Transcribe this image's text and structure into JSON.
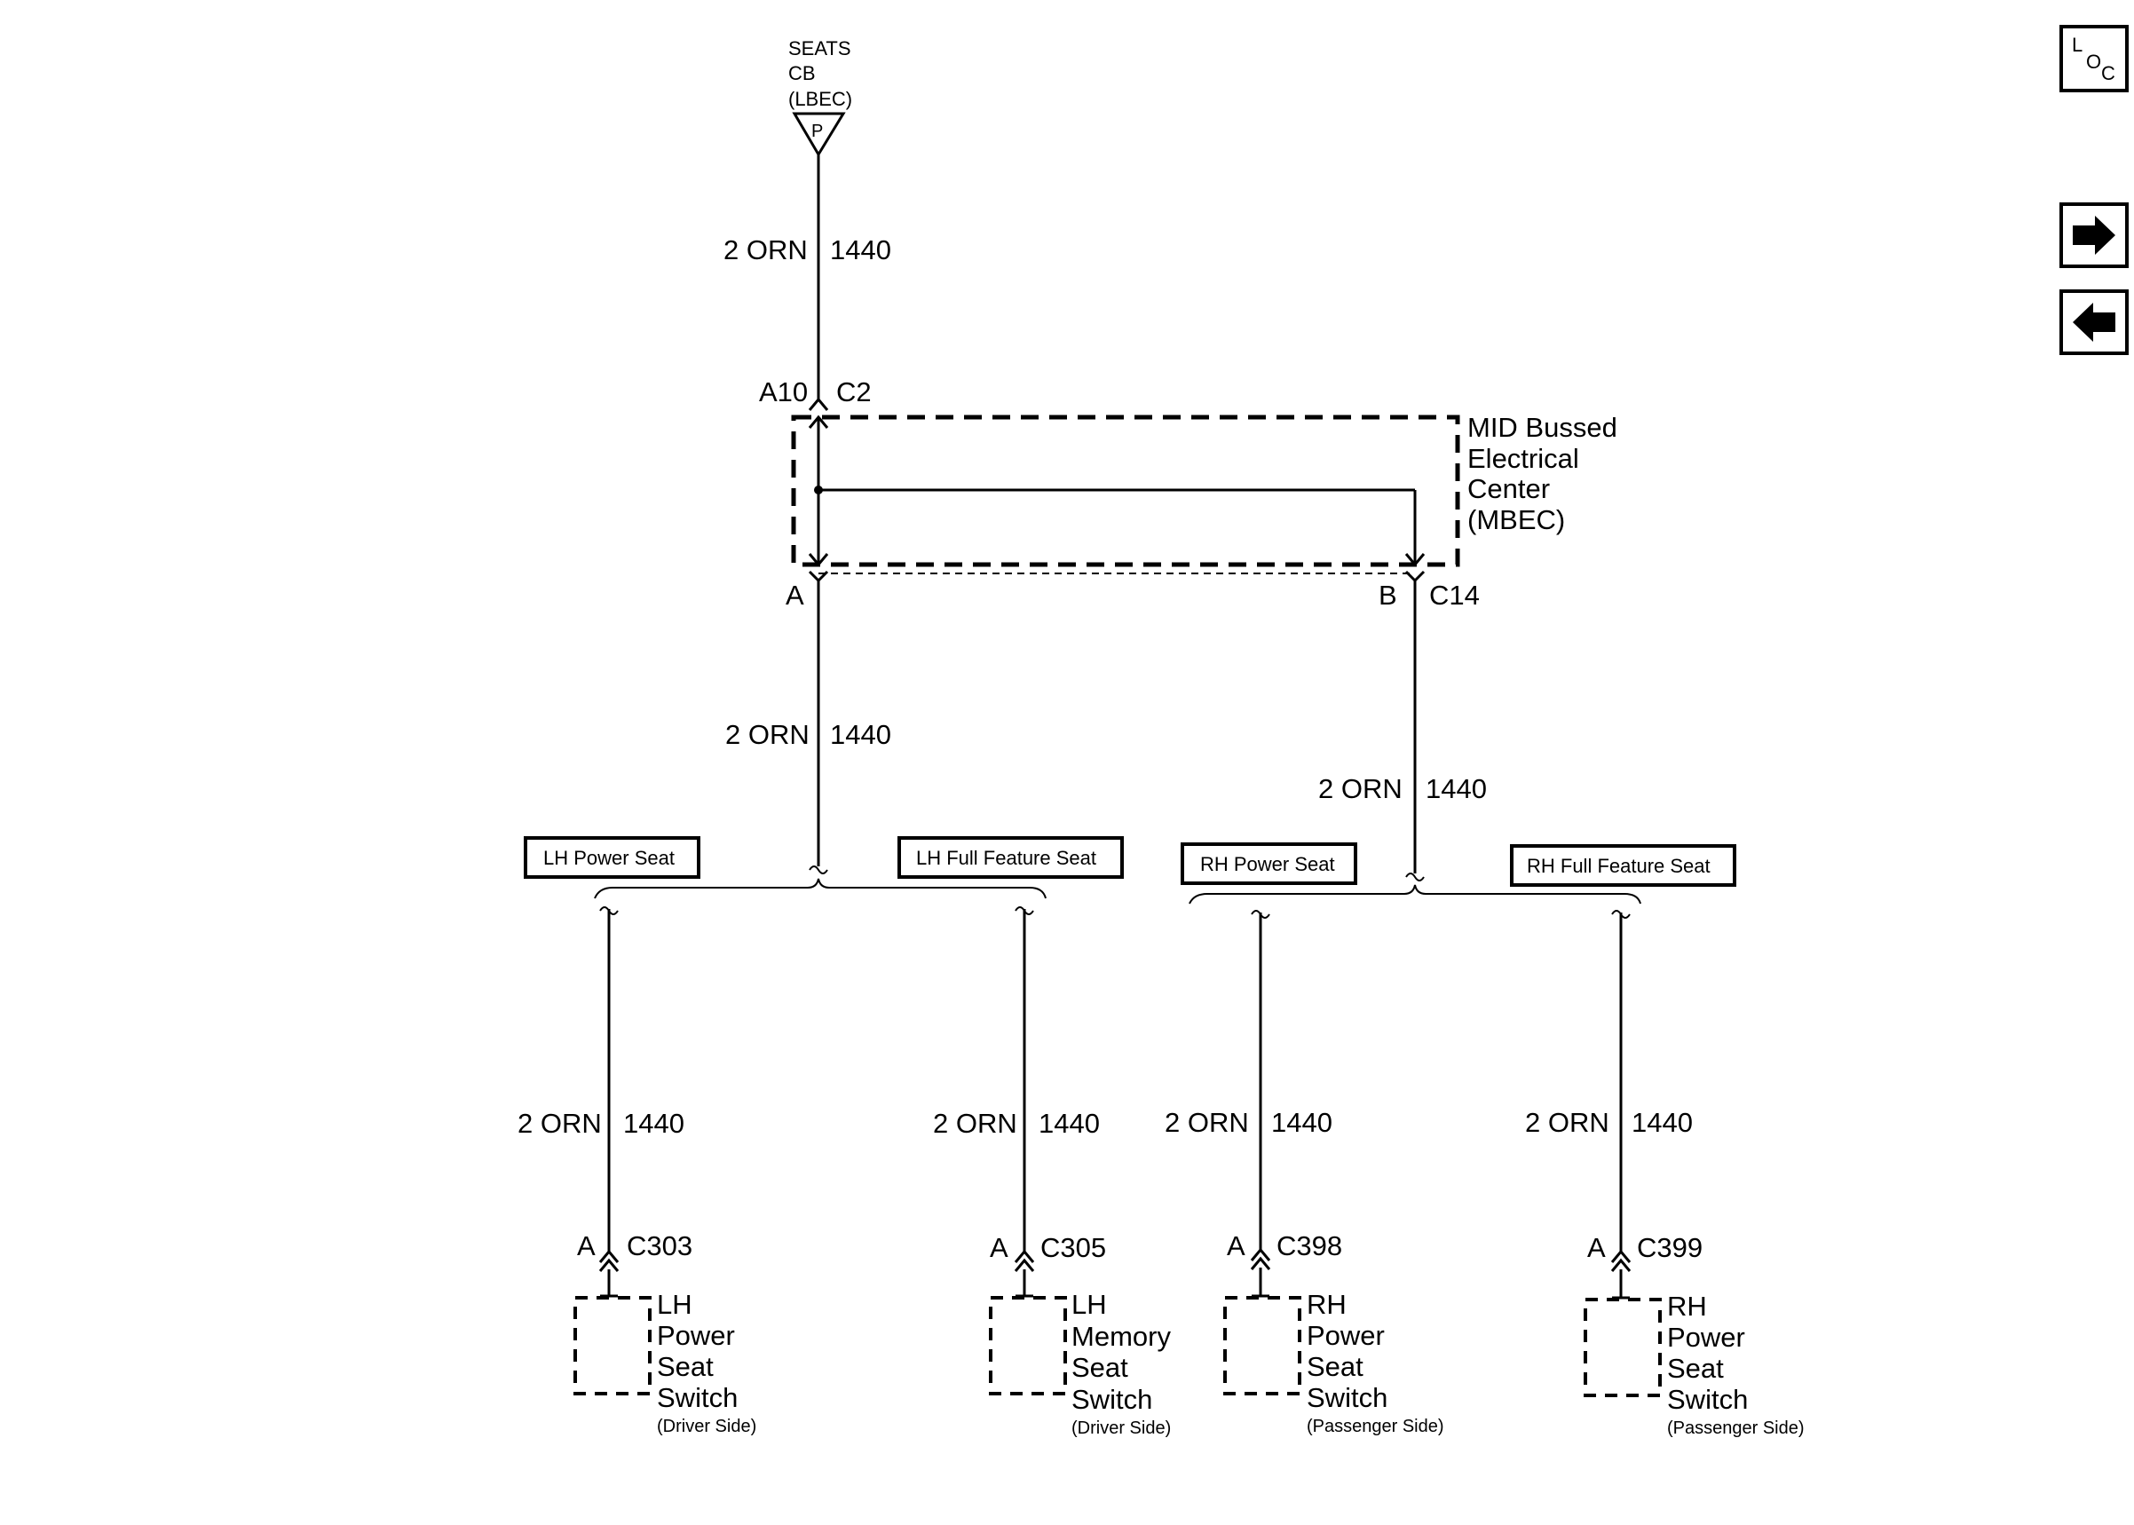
{
  "source": {
    "name_line1": "SEATS",
    "name_line2": "CB",
    "name_line3": "(LBEC)",
    "symbol_letter": "P"
  },
  "wire_label": {
    "gauge_color": "2 ORN",
    "circuit": "1440"
  },
  "top_connector": {
    "pin": "A10",
    "connector": "C2"
  },
  "mbec": {
    "line1": "MID Bussed",
    "line2": "Electrical",
    "line3": "Center",
    "line4": "(MBEC)",
    "left_pin": "A",
    "right_pin": "B",
    "right_connector": "C14"
  },
  "options": {
    "lh_power_seat": "LH Power Seat",
    "lh_full_feature_seat": "LH Full Feature Seat",
    "rh_power_seat": "RH Power Seat",
    "rh_full_feature_seat": "RH Full Feature Seat"
  },
  "loads": [
    {
      "pin": "A",
      "connector": "C303",
      "line1": "LH",
      "line2": "Power",
      "line3": "Seat",
      "line4": "Switch",
      "note": "(Driver Side)"
    },
    {
      "pin": "A",
      "connector": "C305",
      "line1": "LH",
      "line2": "Memory",
      "line3": "Seat",
      "line4": "Switch",
      "note": "(Driver Side)"
    },
    {
      "pin": "A",
      "connector": "C398",
      "line1": "RH",
      "line2": "Power",
      "line3": "Seat",
      "line4": "Switch",
      "note": "(Passenger Side)"
    },
    {
      "pin": "A",
      "connector": "C399",
      "line1": "RH",
      "line2": "Power",
      "line3": "Seat",
      "line4": "Switch",
      "note": "(Passenger Side)"
    }
  ],
  "nav": {
    "loc_l": "L",
    "loc_o": "O",
    "loc_c": "C",
    "icons": [
      "loc-icon",
      "arrow-right-icon",
      "arrow-left-icon"
    ]
  }
}
